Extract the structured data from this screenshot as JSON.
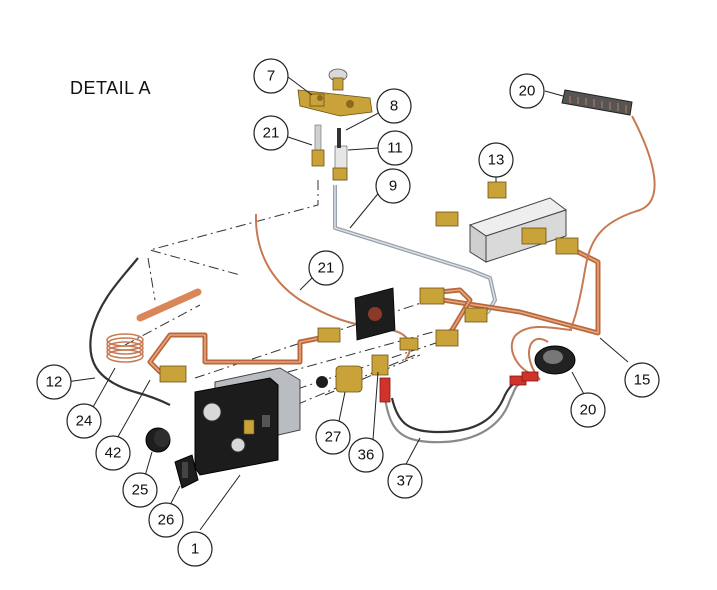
{
  "diagram": {
    "title": "DETAIL A",
    "callouts": {
      "c7": "7",
      "c8": "8",
      "c11": "11",
      "c21a": "21",
      "c9": "9",
      "c13": "13",
      "c20a": "20",
      "c21b": "21",
      "c15": "15",
      "c20b": "20",
      "c12": "12",
      "c24": "24",
      "c42": "42",
      "c27": "27",
      "c36": "36",
      "c37": "37",
      "c25": "25",
      "c26": "26",
      "c1": "1"
    },
    "colors": {
      "copper": "#b8683c",
      "brass": "#c9a23a",
      "aluminum": "#9aa3ad",
      "valve_black": "#1f1f1f",
      "connector_red": "#d3322b"
    }
  }
}
